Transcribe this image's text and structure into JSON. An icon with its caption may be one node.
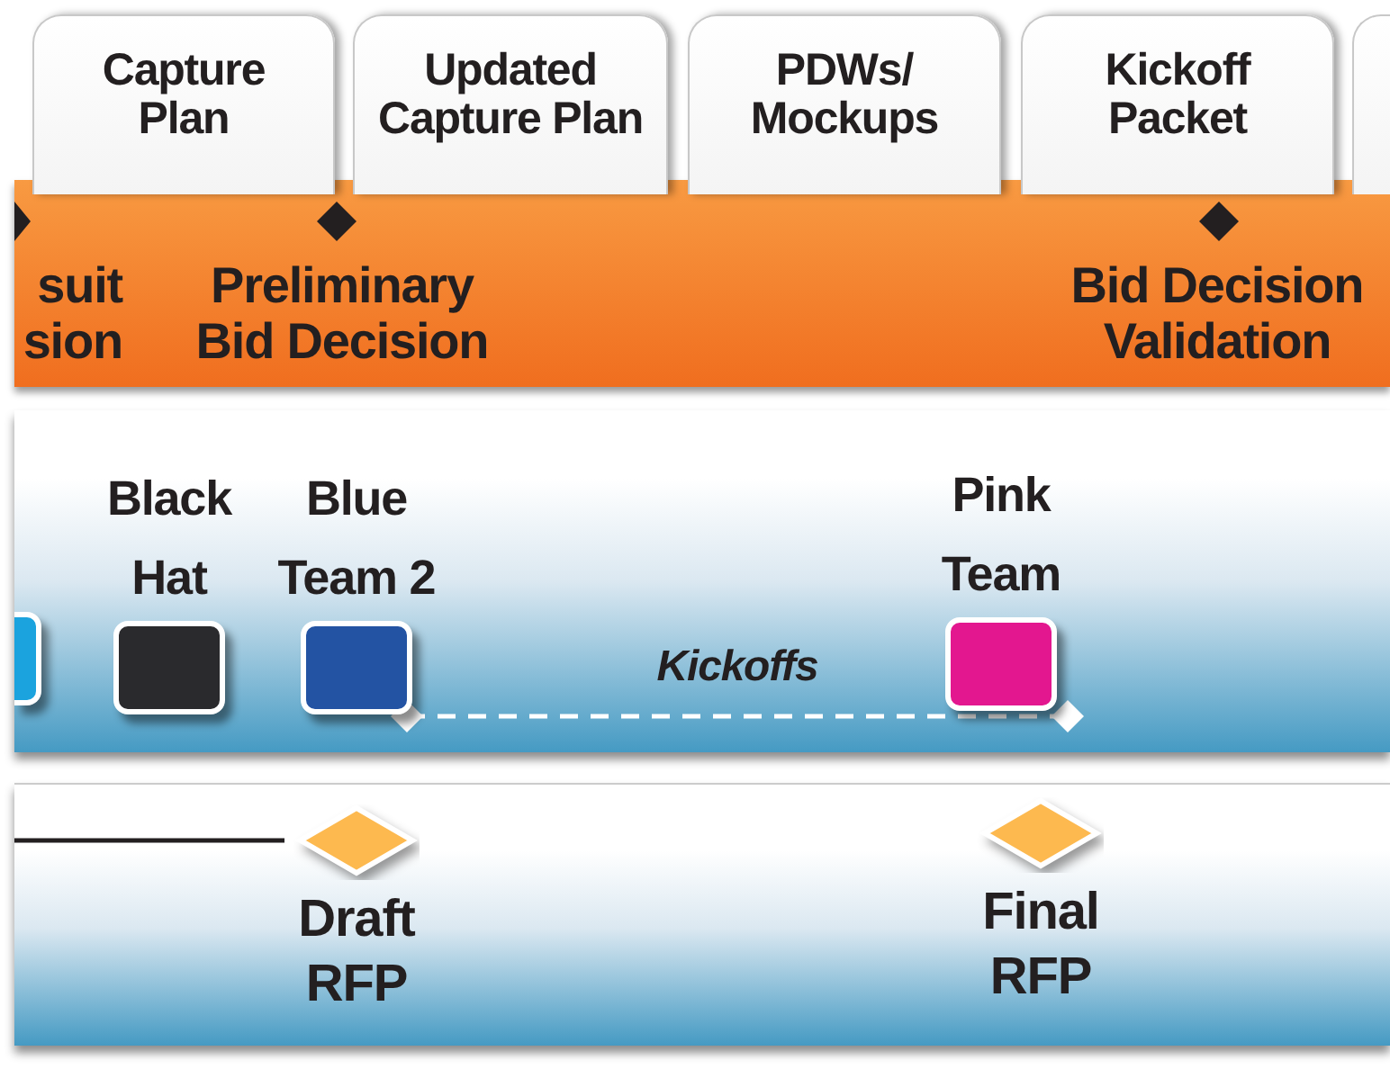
{
  "diagram": {
    "nodes": [
      {
        "text": [
          "Capture Plan"
        ]
      },
      {
        "text": [
          "Updated Capture Plan"
        ]
      },
      {
        "text": [
          "PDWs/ Mockups"
        ]
      },
      {
        "text": [
          "Kickoff Packet"
        ]
      },
      {
        "text": [],
        "shape": "box"
      },
      {
        "text": [],
        "shape": "box"
      },
      {
        "text": [
          "Black Hat"
        ]
      },
      {
        "text": [
          "Blue Team 2"
        ]
      },
      {
        "text": [
          "Pink Team"
        ]
      },
      {
        "text": [
          "Draft RFP"
        ]
      },
      {
        "text": [
          "Final RFP"
        ]
      }
    ],
    "edges": [
      {
        "from": 7,
        "to": 8,
        "arrow": "other",
        "label": "Kickoffs",
        "style": "dashed",
        "color": "#ffffff"
      },
      {
        "from": null,
        "to": 9,
        "arrow": "none",
        "color": "#231f20"
      }
    ],
    "labels": [
      "suit sion",
      "Preliminary Bid Decision",
      "Bid Decision Validation"
    ]
  }
}
